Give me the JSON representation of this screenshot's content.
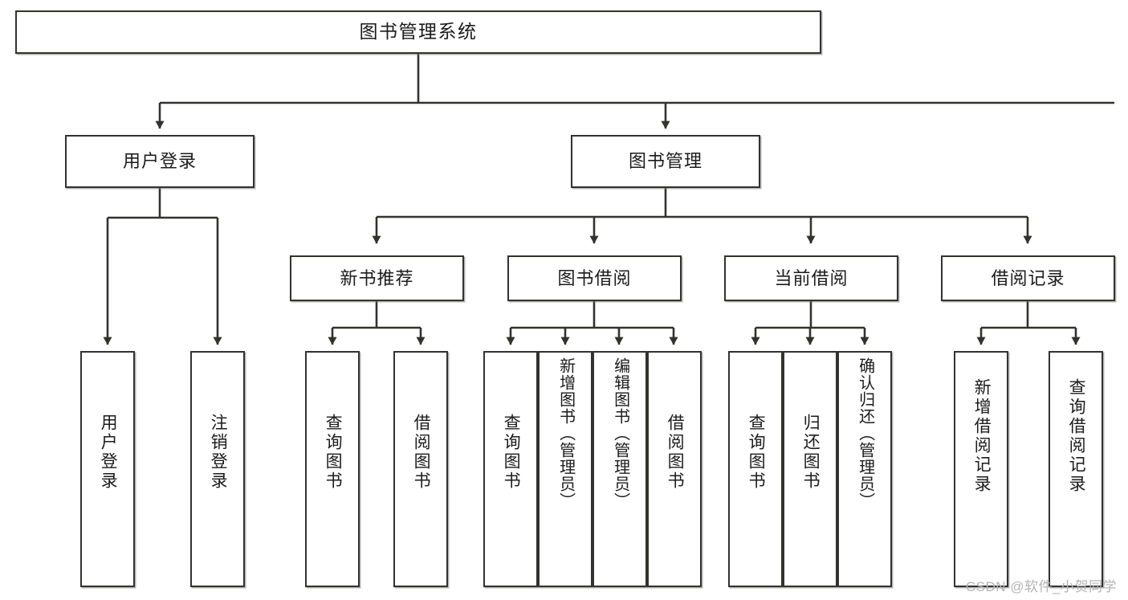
{
  "diagram": {
    "title": "图书管理系统",
    "type": "tree-hierarchy-chart",
    "watermark": "CSDN @软件_小贺同学",
    "colors": {
      "box_border": "#33322f",
      "box_fill": "#ffffff",
      "connector": "#33322f",
      "text": "#1b1b1b",
      "watermark": "#b4b4b4"
    }
  },
  "nodes": {
    "root": {
      "label": "图书管理系统"
    },
    "level2": [
      {
        "label": "用户登录"
      },
      {
        "label": "图书管理"
      }
    ],
    "level3": [
      {
        "label": "新书推荐"
      },
      {
        "label": "图书借阅"
      },
      {
        "label": "当前借阅"
      },
      {
        "label": "借阅记录"
      }
    ],
    "leaves": {
      "user_login": [
        {
          "label": "用户登录"
        },
        {
          "label": "注销登录"
        }
      ],
      "new_book_recommend": [
        {
          "label": "查询图书"
        },
        {
          "label": "借阅图书"
        }
      ],
      "book_borrow": [
        {
          "label": "查询图书"
        },
        {
          "label": "新增图书（管理员）"
        },
        {
          "label": "编辑图书（管理员）"
        },
        {
          "label": "借阅图书"
        }
      ],
      "current_borrow": [
        {
          "label": "查询图书"
        },
        {
          "label": "归还图书"
        },
        {
          "label": "确认归还（管理员）"
        }
      ],
      "borrow_record": [
        {
          "label": "新增借阅记录"
        },
        {
          "label": "查询借阅记录"
        }
      ]
    }
  }
}
